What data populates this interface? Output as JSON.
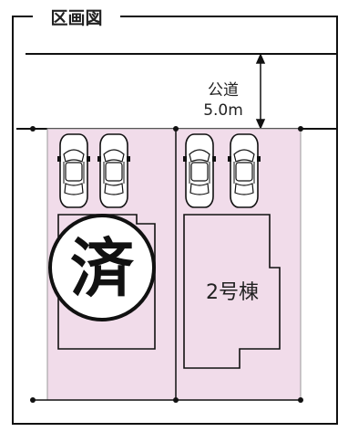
{
  "title": "区画図",
  "road": {
    "label": "公道",
    "width": "5.0m"
  },
  "buildings": [
    {
      "id": "lot-1",
      "label": "",
      "status_stamp": "済"
    },
    {
      "id": "lot-2",
      "label": "2号棟"
    }
  ],
  "colors": {
    "lot_fill": "#f1dcea",
    "lot_border": "#9a9a9a",
    "line": "#111111",
    "car_fill": "#ffffff"
  }
}
